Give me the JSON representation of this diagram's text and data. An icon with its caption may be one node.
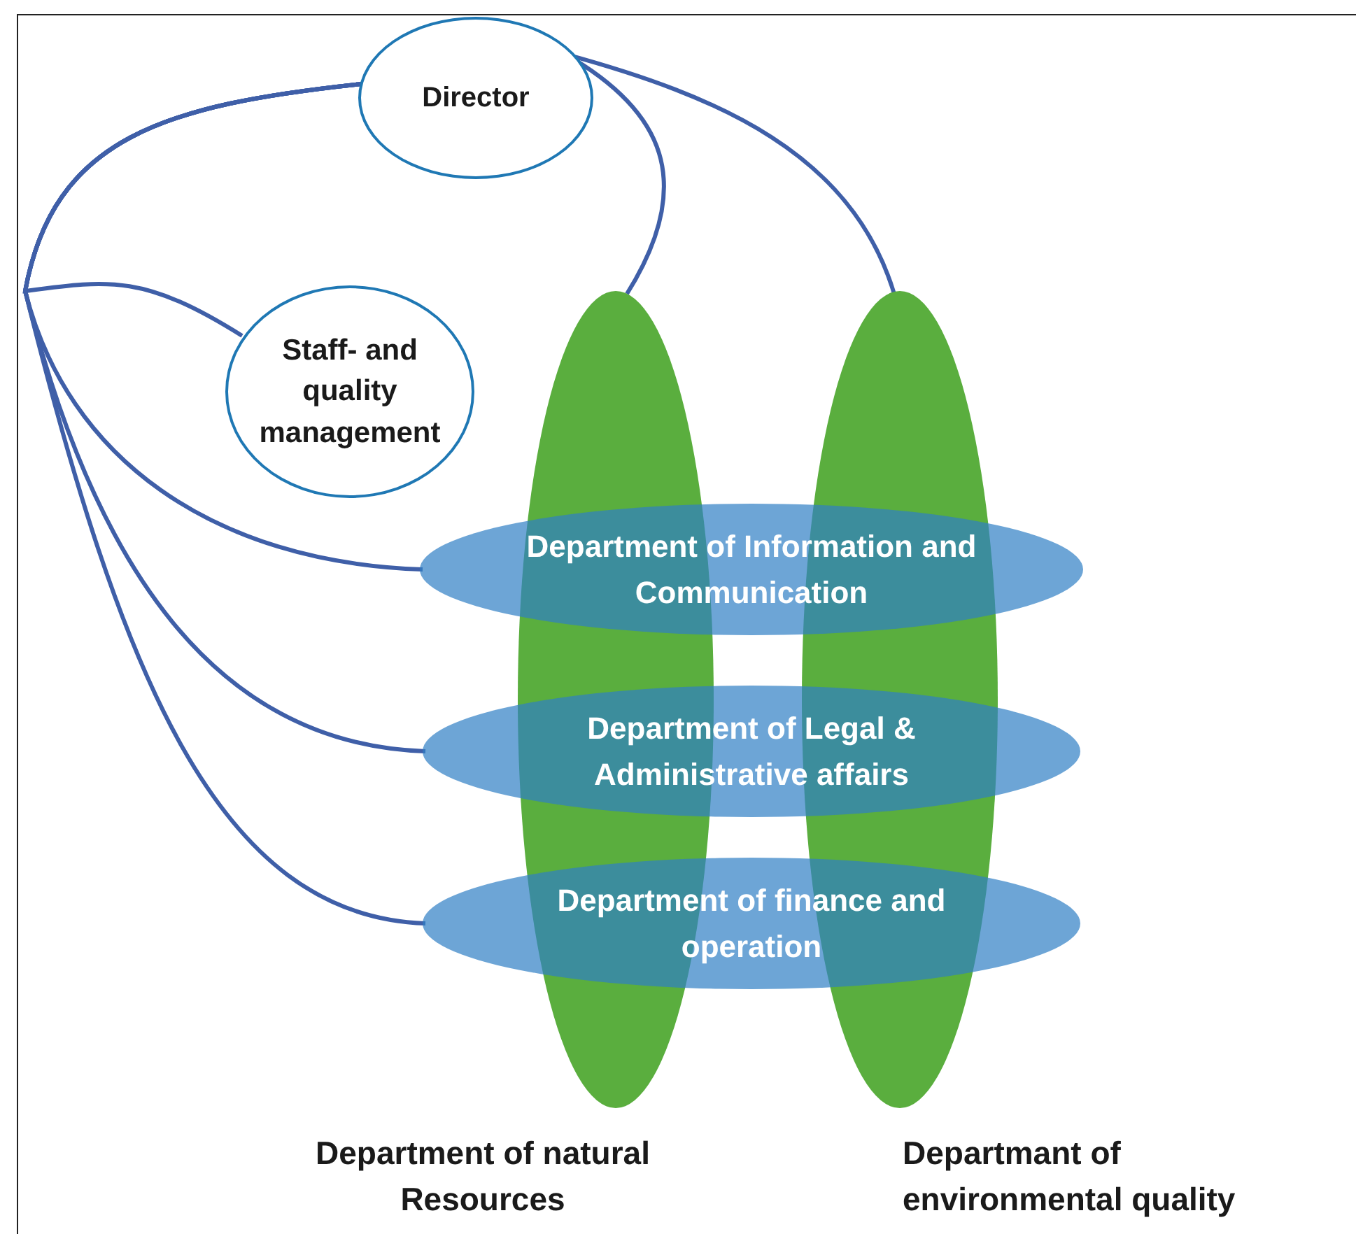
{
  "diagram": {
    "nodes": [
      {
        "text": [
          "Director"
        ]
      },
      {
        "text": [
          "Staff- and quality management"
        ]
      },
      {
        "text": [
          "Department of natural Resources"
        ]
      },
      {
        "text": [
          "Departmant of environmental quality"
        ]
      },
      {
        "text": [
          "Department of Information and Communication"
        ]
      },
      {
        "text": [
          "Department of Legal & Administrative affairs"
        ]
      },
      {
        "text": [
          "Department of finance and operation"
        ]
      }
    ],
    "edges": [
      {
        "from": 0,
        "to": 1,
        "arrow": "none"
      },
      {
        "from": 0,
        "to": 4,
        "arrow": "none"
      },
      {
        "from": 0,
        "to": 5,
        "arrow": "none"
      },
      {
        "from": 0,
        "to": 6,
        "arrow": "none"
      },
      {
        "from": 0,
        "to": 2,
        "arrow": "none"
      },
      {
        "from": 0,
        "to": 3,
        "arrow": "none"
      }
    ]
  }
}
